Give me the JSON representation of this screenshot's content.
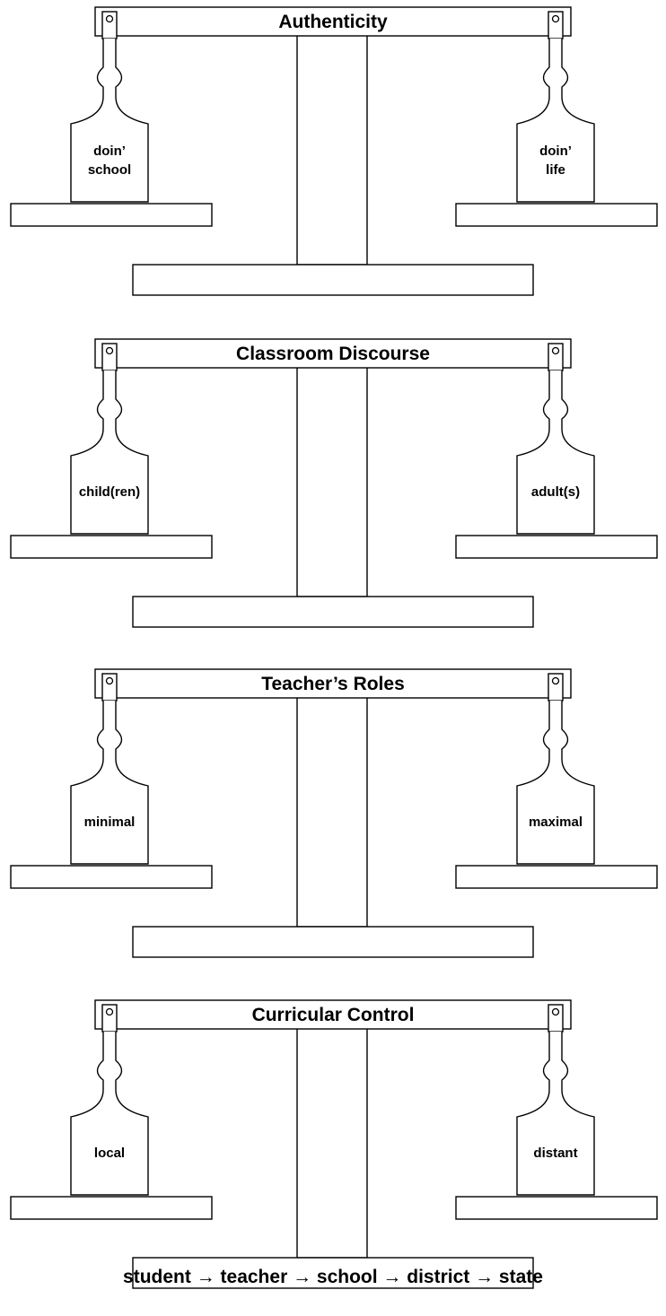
{
  "scales": [
    {
      "title": "Authenticity",
      "left_label": [
        "doin’",
        "school"
      ],
      "right_label": [
        "doin’",
        "life"
      ]
    },
    {
      "title": "Classroom Discourse",
      "left_label": [
        "child(ren)"
      ],
      "right_label": [
        "adult(s)"
      ]
    },
    {
      "title": "Teacher’s Roles",
      "left_label": [
        "minimal"
      ],
      "right_label": [
        "maximal"
      ]
    },
    {
      "title": "Curricular Control",
      "left_label": [
        "local"
      ],
      "right_label": [
        "distant"
      ]
    }
  ],
  "caption": "student → teacher → school → district → state"
}
